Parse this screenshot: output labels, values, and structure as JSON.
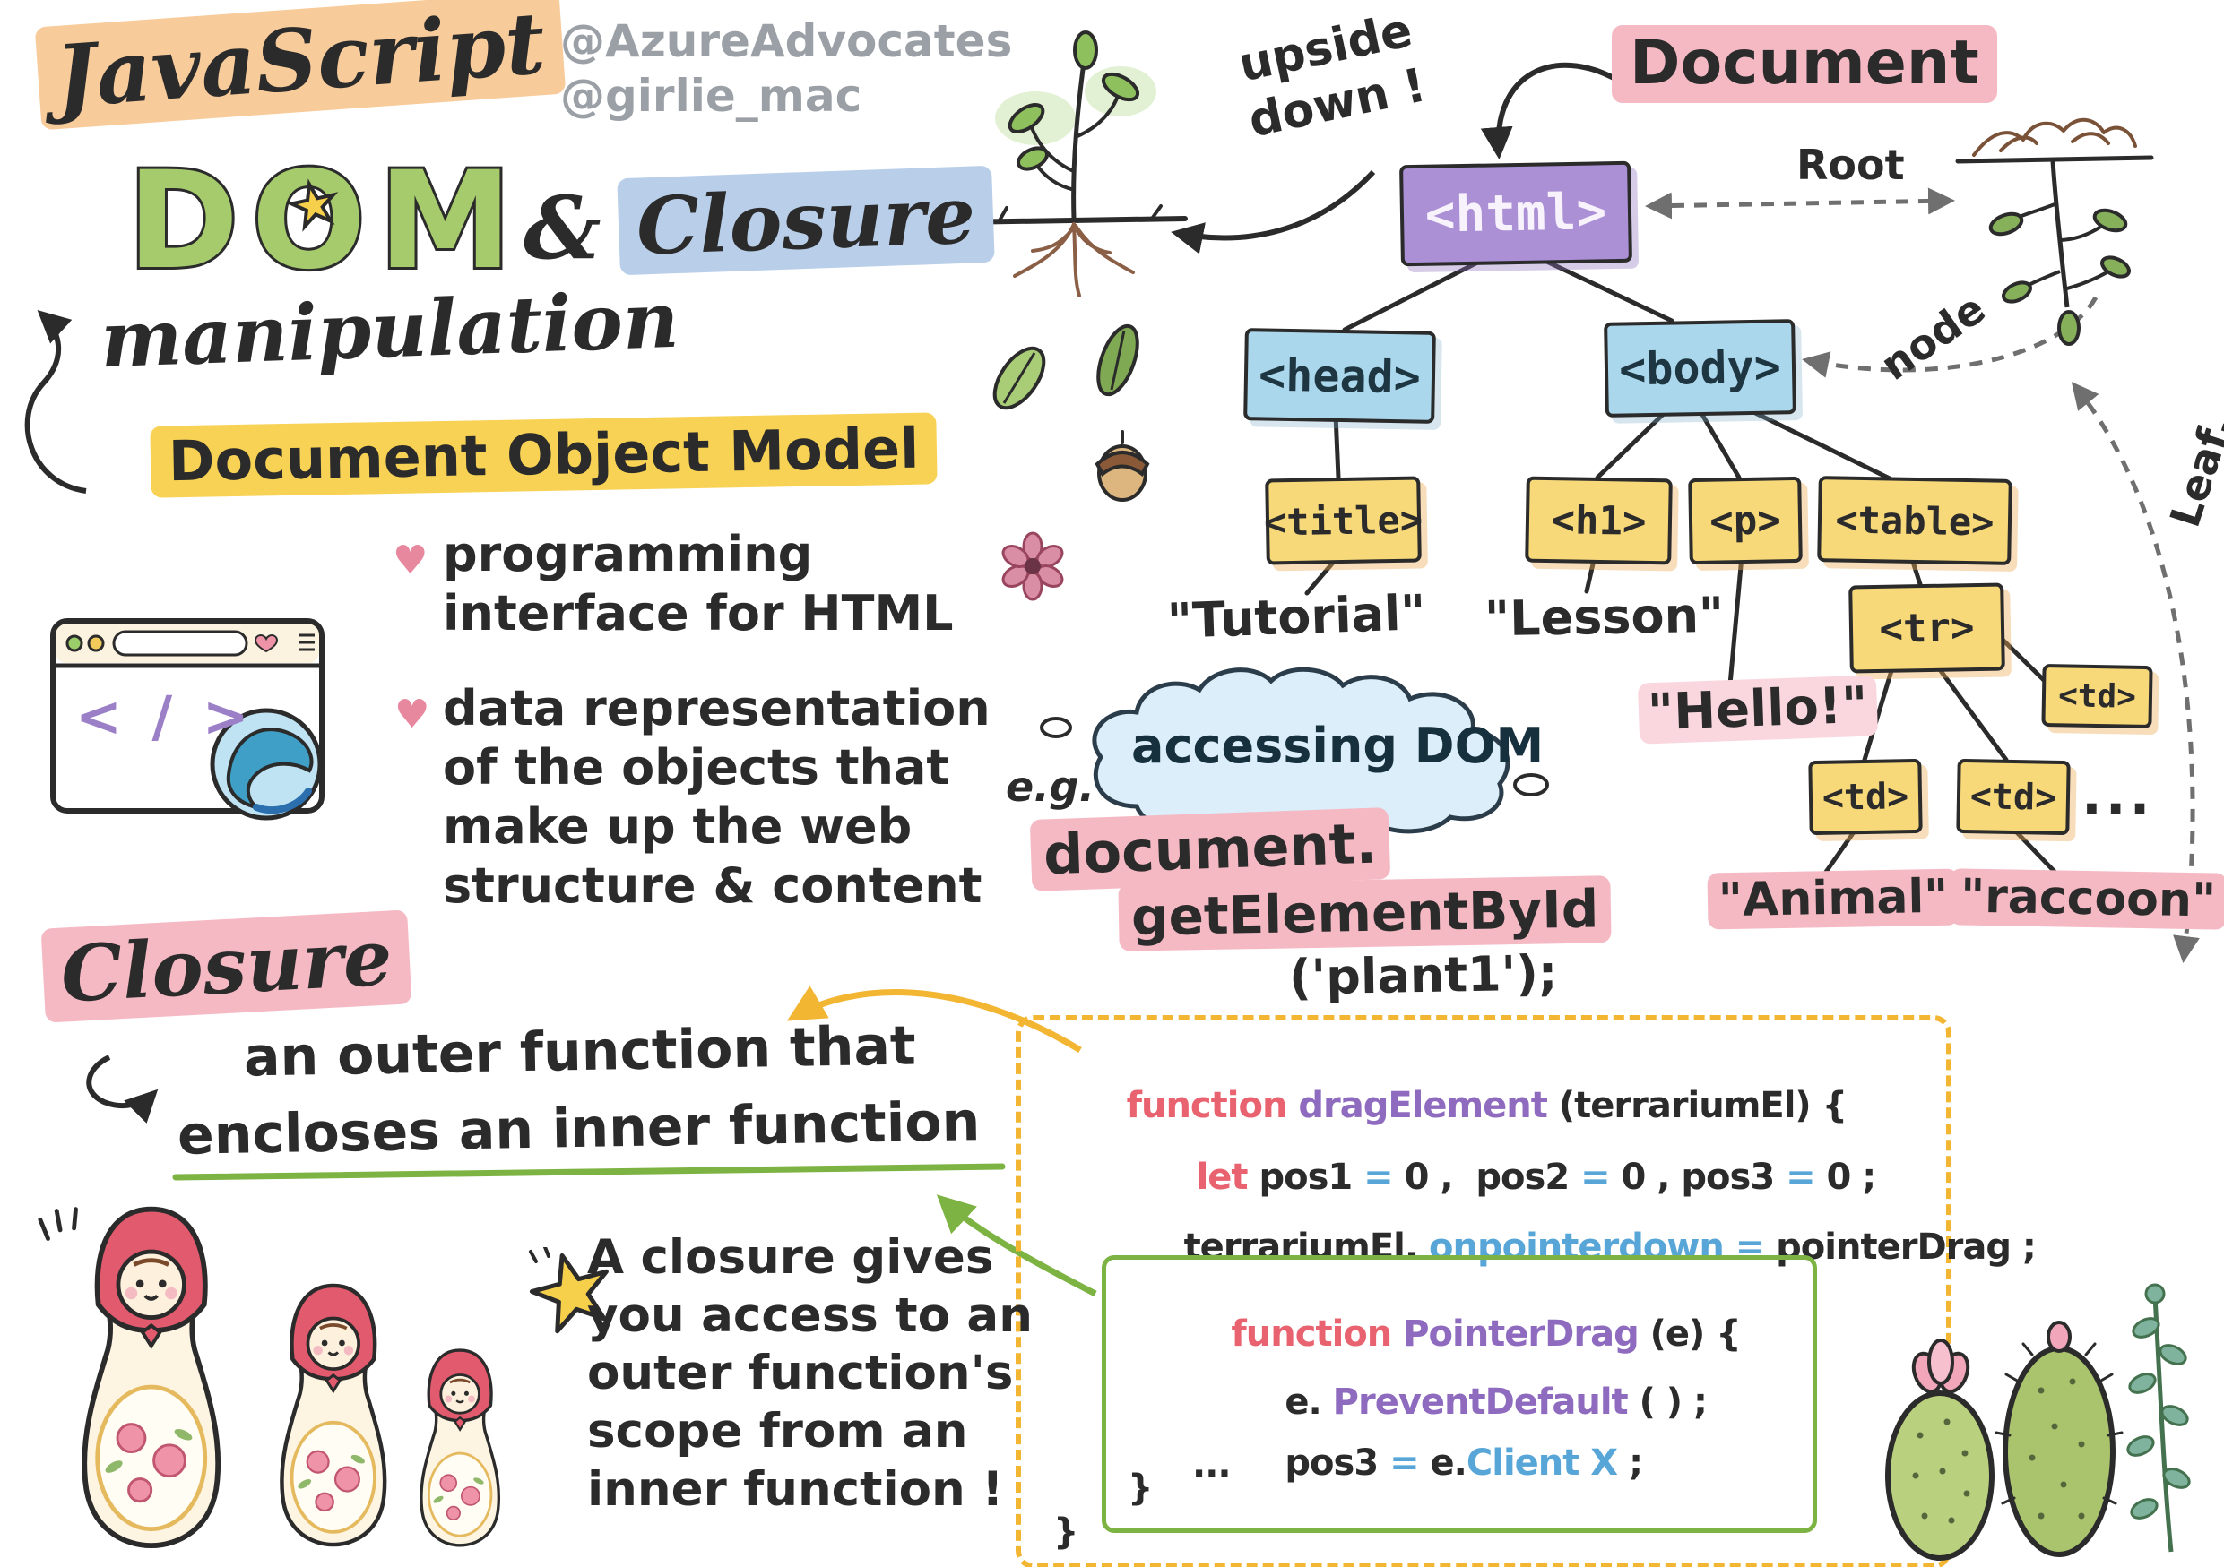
{
  "handles": {
    "line1": "@AzureAdvocates",
    "line2": "@girlie_mac"
  },
  "title": {
    "javascript": "JavaScript",
    "dom": "DOM",
    "ampersand": "&",
    "closure": "Closure",
    "manipulation": "manipulation",
    "star_glyph": "★"
  },
  "dom_section": {
    "heading": "Document Object Model",
    "heart_glyph": "♥",
    "bullet1": "programming interface for HTML",
    "bullet2": "data representation of the objects that make up the web structure & content"
  },
  "browser": {
    "code_glyph": "< / >"
  },
  "tree": {
    "document_label": "Document",
    "upside_down_label": "upside down !",
    "root_label": "Root",
    "node_label": "node",
    "leaf_label": "Leaf.",
    "nodes": {
      "html": "<html>",
      "head": "<head>",
      "body": "<body>",
      "title": "<title>",
      "h1": "<h1>",
      "p": "<p>",
      "table": "<table>",
      "tr": "<tr>",
      "td1": "<td>",
      "td2": "<td>",
      "td3": "<td>"
    },
    "ellipsis": "...",
    "text_nodes": {
      "tutorial": "\"Tutorial\"",
      "lesson": "\"Lesson\"",
      "hello": "\"Hello!\"",
      "animal": "\"Animal\"",
      "raccoon": "\"raccoon\""
    }
  },
  "accessing": {
    "eg_label": "e.g.",
    "cloud_label": "accessing DOM",
    "line1": "document.",
    "line2": "getElementById",
    "line3": "('plant1');"
  },
  "closure_section": {
    "heading": "Closure",
    "definition_line1": "an outer function that",
    "definition_line2": "encloses an inner function",
    "note": "A closure gives you access to an outer function's scope from an inner function !"
  },
  "code": {
    "l1": {
      "kw": "function ",
      "name": "dragElement ",
      "rest": "(terrariumEl) {"
    },
    "l2": {
      "kw": "let ",
      "a": "pos1 ",
      "eq1": "= ",
      "b": "0 ,  pos2 ",
      "eq2": "= ",
      "c": "0 , pos3 ",
      "eq3": "= ",
      "d": "0 ;"
    },
    "l3": {
      "a": "terrariumEl. ",
      "member": "onpointerdown ",
      "eq": "= ",
      "b": "pointerDrag ;"
    },
    "l4": {
      "kw": "function ",
      "name": "PointerDrag ",
      "rest": "(e) {"
    },
    "l5": {
      "a": "e. ",
      "member": "PreventDefault ",
      "b": "( ) ;"
    },
    "l6": {
      "a": "pos3 ",
      "eq": "= ",
      "b": "e.",
      "member": "Client X ",
      "c": ";"
    },
    "l7": "...",
    "l8": "}",
    "l9": "}"
  }
}
